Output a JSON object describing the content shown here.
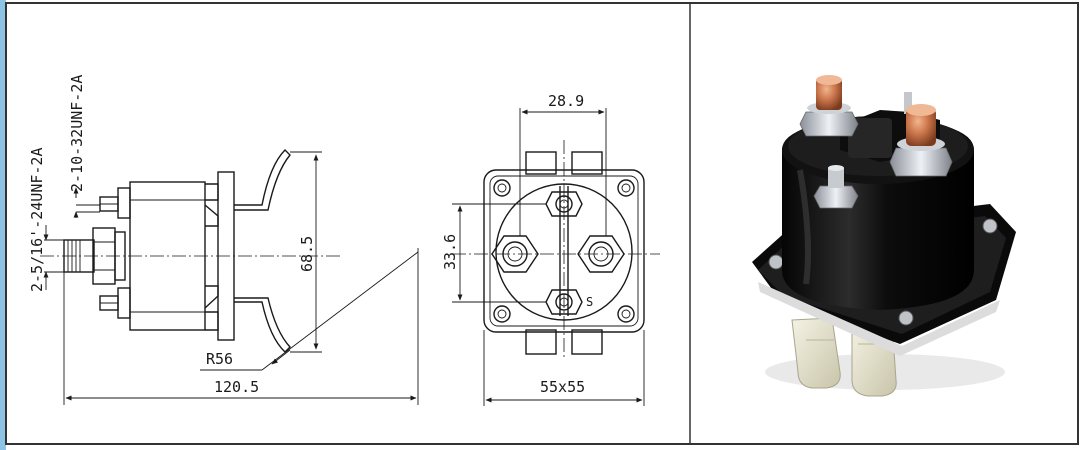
{
  "drawing": {
    "side_view": {
      "thread_large": "2-5/16'-24UNF-2A",
      "thread_small": "2-10-32UNF-2A",
      "height": "68.5",
      "radius": "R56",
      "length": "120.5"
    },
    "front_view": {
      "width_top": "28.9",
      "height_side": "33.6",
      "base": "55x55",
      "terminal_mark": "S"
    }
  },
  "colors": {
    "frame_left_stripe": "#8fc3e6",
    "line": "#1a1a1a",
    "body": "#111111",
    "copper": "#c9744a"
  }
}
